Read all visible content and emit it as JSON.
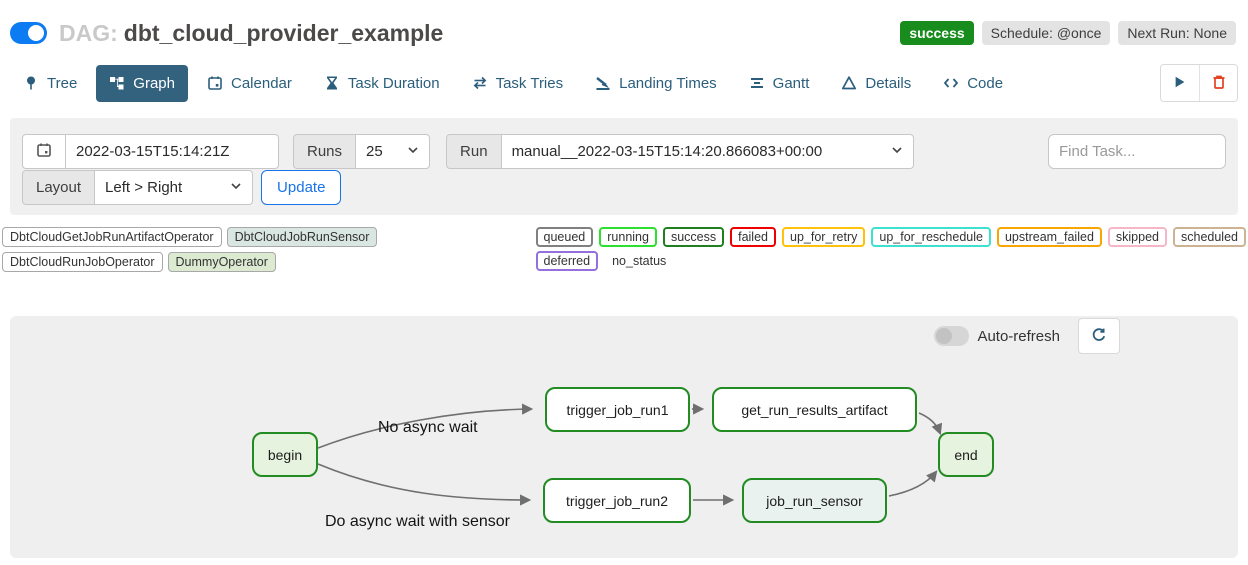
{
  "header": {
    "dag_prefix": "DAG:",
    "dag_name": "dbt_cloud_provider_example",
    "status_badge": "success",
    "status_color": "#188c1c",
    "schedule_badge": "Schedule: @once",
    "next_run_badge": "Next Run: None"
  },
  "tabs": {
    "active": "Graph",
    "items": [
      {
        "id": "tree",
        "label": "Tree",
        "icon": "tree-icon"
      },
      {
        "id": "graph",
        "label": "Graph",
        "icon": "graph-icon"
      },
      {
        "id": "calendar",
        "label": "Calendar",
        "icon": "calendar-icon"
      },
      {
        "id": "task-duration",
        "label": "Task Duration",
        "icon": "hourglass-icon"
      },
      {
        "id": "task-tries",
        "label": "Task Tries",
        "icon": "repeat-icon"
      },
      {
        "id": "landing-times",
        "label": "Landing Times",
        "icon": "plane-landing-icon"
      },
      {
        "id": "gantt",
        "label": "Gantt",
        "icon": "gantt-icon"
      },
      {
        "id": "details",
        "label": "Details",
        "icon": "triangle-icon"
      },
      {
        "id": "code",
        "label": "Code",
        "icon": "code-icon"
      }
    ]
  },
  "filters": {
    "date_value": "2022-03-15T15:14:21Z",
    "runs_label": "Runs",
    "runs_value": "25",
    "run_label": "Run",
    "run_value": "manual__2022-03-15T15:14:20.866083+00:00",
    "find_task_placeholder": "Find Task...",
    "layout_label": "Layout",
    "layout_value": "Left > Right",
    "update_label": "Update"
  },
  "legend": {
    "operators": [
      {
        "label": "DbtCloudGetJobRunArtifactOperator",
        "fill": "#ffffff"
      },
      {
        "label": "DbtCloudJobRunSensor",
        "fill": "#d9e6e2"
      },
      {
        "label": "DbtCloudRunJobOperator",
        "fill": "#ffffff"
      },
      {
        "label": "DummyOperator",
        "fill": "#dcead2"
      }
    ],
    "statuses": [
      {
        "label": "queued",
        "border": "#808080"
      },
      {
        "label": "running",
        "border": "#2ee02e"
      },
      {
        "label": "success",
        "border": "#208020"
      },
      {
        "label": "failed",
        "border": "#ee0000"
      },
      {
        "label": "up_for_retry",
        "border": "#fec20a"
      },
      {
        "label": "up_for_reschedule",
        "border": "#40e0d0"
      },
      {
        "label": "upstream_failed",
        "border": "#f9a602"
      },
      {
        "label": "skipped",
        "border": "#f5b7c8"
      },
      {
        "label": "scheduled",
        "border": "#cdb394"
      },
      {
        "label": "deferred",
        "border": "#9370db"
      }
    ],
    "no_status_label": "no_status"
  },
  "graph": {
    "auto_refresh_label": "Auto-refresh",
    "auto_refresh_on": false,
    "node_border_color": "#228b22",
    "nodes": [
      {
        "id": "begin",
        "label": "begin",
        "fill": "#e6f3df"
      },
      {
        "id": "trigger_job_run1",
        "label": "trigger_job_run1",
        "fill": "#ffffff"
      },
      {
        "id": "get_run_results_artifact",
        "label": "get_run_results_artifact",
        "fill": "#ffffff"
      },
      {
        "id": "end",
        "label": "end",
        "fill": "#e6f3df"
      },
      {
        "id": "trigger_job_run2",
        "label": "trigger_job_run2",
        "fill": "#ffffff"
      },
      {
        "id": "job_run_sensor",
        "label": "job_run_sensor",
        "fill": "#e9f2ee"
      }
    ],
    "edges": [
      {
        "from": "begin",
        "to": "trigger_job_run1"
      },
      {
        "from": "begin",
        "to": "trigger_job_run2"
      },
      {
        "from": "trigger_job_run1",
        "to": "get_run_results_artifact"
      },
      {
        "from": "get_run_results_artifact",
        "to": "end"
      },
      {
        "from": "trigger_job_run2",
        "to": "job_run_sensor"
      },
      {
        "from": "job_run_sensor",
        "to": "end"
      }
    ],
    "edge_labels": [
      "No async wait",
      "Do async wait with sensor"
    ]
  }
}
